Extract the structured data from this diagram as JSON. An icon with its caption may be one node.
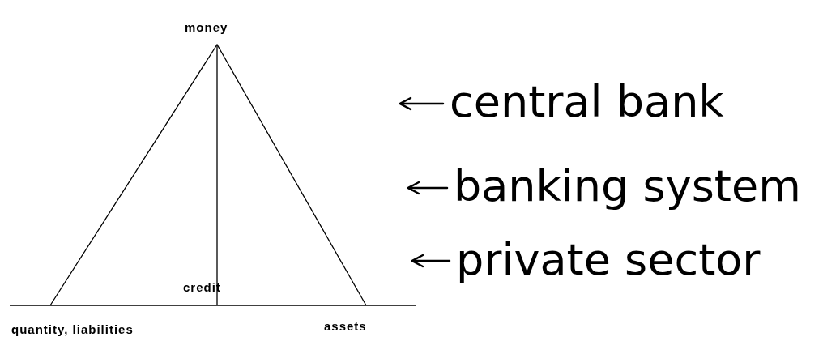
{
  "diagram": {
    "nodes": [
      {
        "text": [
          "central bank"
        ]
      },
      {
        "text": [
          "banking system"
        ]
      },
      {
        "text": [
          "private sector"
        ]
      }
    ],
    "edges": [
      {
        "from": 0,
        "to": null,
        "arrow": "to"
      },
      {
        "from": 1,
        "to": null,
        "arrow": "to"
      },
      {
        "from": 2,
        "to": null,
        "arrow": "to"
      }
    ],
    "labels": [
      "money",
      "credit",
      "quantity, liabilities",
      "assets"
    ]
  }
}
